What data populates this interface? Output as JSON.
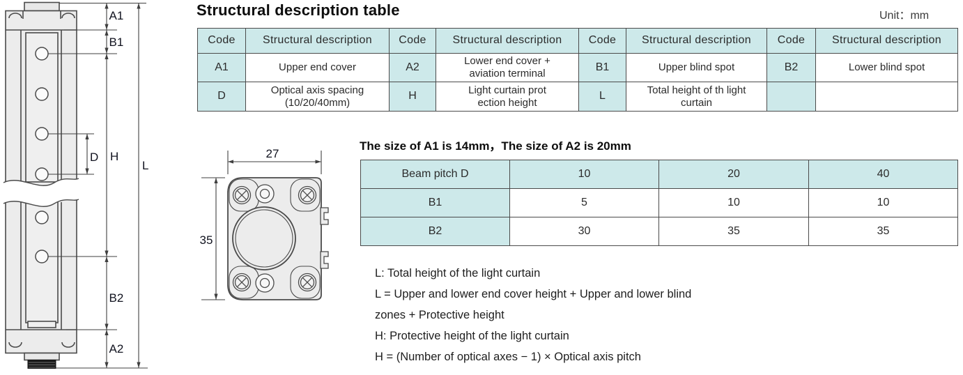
{
  "page": {
    "title": "Structural description table",
    "unit_label": "Unit：mm"
  },
  "structural_table": {
    "header": [
      "Code",
      "Structural description",
      "Code",
      "Structural description",
      "Code",
      "Structural description",
      "Code",
      "Structural description"
    ],
    "rows": [
      [
        "A1",
        "Upper end cover",
        "A2",
        "Lower end cover +\naviation terminal",
        "B1",
        "Upper blind spot",
        "B2",
        "Lower blind spot"
      ],
      [
        "D",
        "Optical axis spacing\n(10/20/40mm)",
        "H",
        "Light curtain prot\nection height",
        "L",
        "Total height of th light\ncurtain",
        "",
        ""
      ]
    ]
  },
  "size_note": "The size of A1 is 14mm，The size of A2 is 20mm",
  "beam_pitch_table": {
    "header": [
      "Beam pitch D",
      "10",
      "20",
      "40"
    ],
    "rows": [
      [
        "B1",
        "5",
        "10",
        "10"
      ],
      [
        "B2",
        "30",
        "35",
        "35"
      ]
    ]
  },
  "notes": [
    "L: Total height of the light curtain",
    "L = Upper and lower end cover height + Upper and lower blind",
    "zones + Protective height",
    "H: Protective height of the light curtain",
    "H = (Number of optical axes − 1) × Optical axis pitch"
  ],
  "side_view": {
    "labels": {
      "a1": "A1",
      "b1": "B1",
      "d": "D",
      "h": "H",
      "l": "L",
      "b2": "B2",
      "a2": "A2"
    }
  },
  "cross_section": {
    "width_mm": "27",
    "height_mm": "35"
  },
  "colors": {
    "table_header_bg": "#cde9ea",
    "table_border": "#4a4a4a",
    "diagram_fill": "#ececec"
  }
}
